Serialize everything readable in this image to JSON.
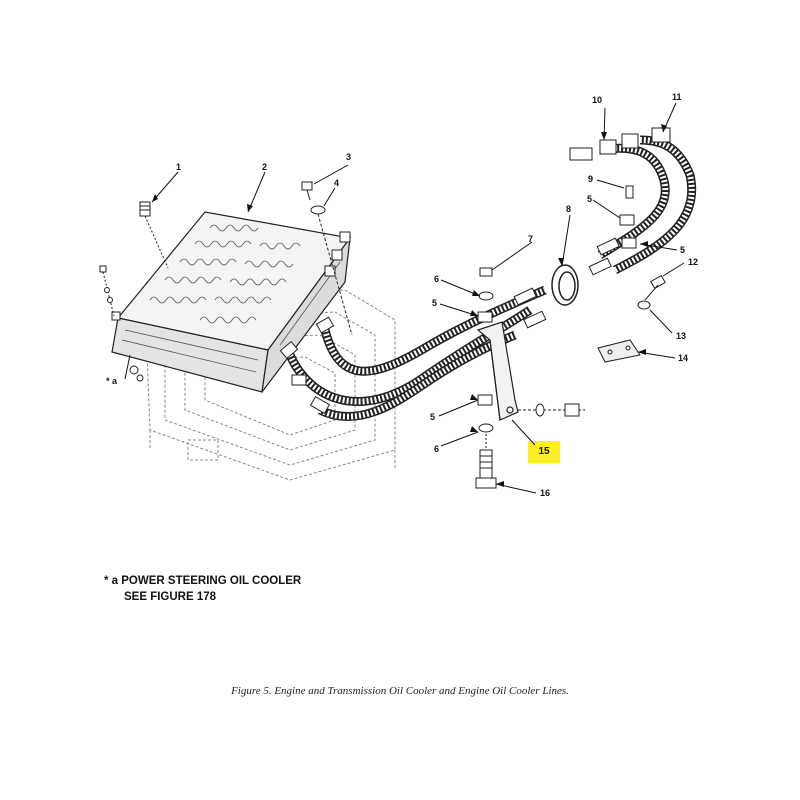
{
  "callouts": {
    "c1": "1",
    "c2": "2",
    "c3": "3",
    "c4": "4",
    "c5a": "5",
    "c5b": "5",
    "c5c": "5",
    "c5d": "5",
    "c6a": "6",
    "c6b": "6",
    "c7": "7",
    "c8": "8",
    "c9": "9",
    "c10": "10",
    "c11": "11",
    "c12": "12",
    "c13": "13",
    "c14": "14",
    "c15": "15",
    "c16": "16",
    "ca": "* a"
  },
  "note": {
    "line1": "* a POWER STEERING OIL COOLER",
    "line2": "SEE FIGURE 178"
  },
  "caption": "Figure 5.  Engine and Transmission Oil Cooler and Engine Oil Cooler Lines.",
  "highlight_color": "#ffee22"
}
